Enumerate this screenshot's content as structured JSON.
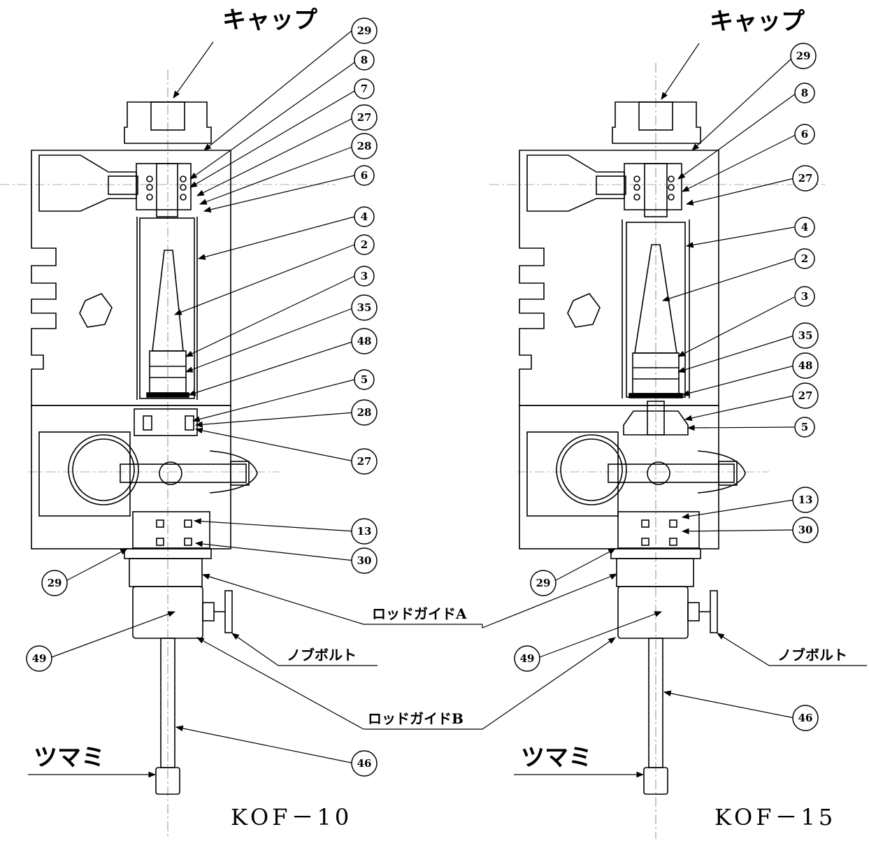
{
  "labels": {
    "cap": "キャップ",
    "knob": "ツマミ",
    "knob_bolt": "ノブボルト",
    "rod_guide_a": "ロッドガイドA",
    "rod_guide_b": "ロッドガイドB"
  },
  "models": {
    "left": "KOF－10",
    "right": "KOF－15"
  },
  "left_callouts": {
    "c1": "29",
    "c2": "8",
    "c3": "7",
    "c4": "27",
    "c5": "28",
    "c6": "6",
    "c7": "4",
    "c8": "2",
    "c9": "3",
    "c10": "35",
    "c11": "48",
    "c12": "5",
    "c13": "28",
    "c14": "27",
    "c15": "13",
    "c16": "30",
    "c17": "29",
    "c18": "49",
    "c19": "46"
  },
  "right_callouts": {
    "c1": "29",
    "c2": "8",
    "c3": "6",
    "c4": "27",
    "c5": "4",
    "c6": "2",
    "c7": "3",
    "c8": "35",
    "c9": "48",
    "c10": "27",
    "c11": "5",
    "c12": "13",
    "c13": "30",
    "c14": "29",
    "c15": "49",
    "c16": "46"
  }
}
